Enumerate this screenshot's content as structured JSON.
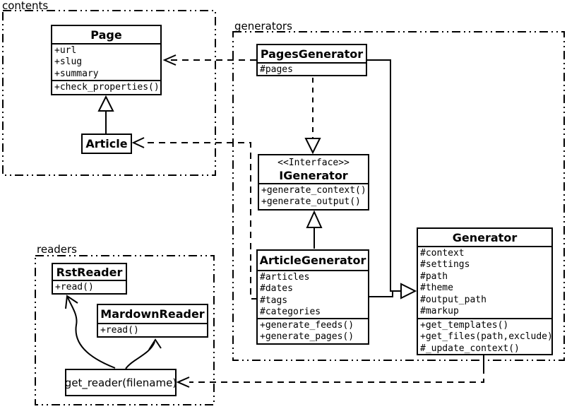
{
  "diagram": {
    "packages": {
      "contents": "contents",
      "generators": "generators",
      "readers": "readers"
    },
    "classes": {
      "page": {
        "name": "Page",
        "attributes": [
          "+url",
          "+slug",
          "+summary"
        ],
        "methods": [
          "+check_properties()"
        ]
      },
      "article": {
        "name": "Article"
      },
      "pages_generator": {
        "name": "PagesGenerator",
        "attributes": [
          "#pages"
        ]
      },
      "igenerator": {
        "stereotype": "<<Interface>>",
        "name": "IGenerator",
        "methods": [
          "+generate_context()",
          "+generate_output()"
        ]
      },
      "article_generator": {
        "name": "ArticleGenerator",
        "attributes": [
          "#articles",
          "#dates",
          "#tags",
          "#categories"
        ],
        "methods": [
          "+generate_feeds()",
          "+generate_pages()"
        ]
      },
      "generator": {
        "name": "Generator",
        "attributes": [
          "#context",
          "#settings",
          "#path",
          "#theme",
          "#output_path",
          "#markup"
        ],
        "methods": [
          "+get_templates()",
          "+get_files(path,exclude)",
          "#_update_context()"
        ]
      },
      "rst_reader": {
        "name": "RstReader",
        "methods": [
          "+read()"
        ]
      },
      "mardown_reader": {
        "name": "MardownReader",
        "methods": [
          "+read()"
        ]
      },
      "get_reader": {
        "name": "get_reader(filename)"
      }
    },
    "relationships": [
      {
        "from": "Article",
        "to": "Page",
        "type": "inheritance"
      },
      {
        "from": "PagesGenerator",
        "to": "Page",
        "type": "dependency"
      },
      {
        "from": "ArticleGenerator",
        "to": "Article",
        "type": "dependency"
      },
      {
        "from": "PagesGenerator",
        "to": "IGenerator",
        "type": "realization"
      },
      {
        "from": "ArticleGenerator",
        "to": "IGenerator",
        "type": "inheritance"
      },
      {
        "from": "PagesGenerator",
        "to": "Generator",
        "type": "inheritance"
      },
      {
        "from": "ArticleGenerator",
        "to": "Generator",
        "type": "inheritance"
      },
      {
        "from": "Generator",
        "to": "get_reader(filename)",
        "type": "dependency"
      },
      {
        "from": "get_reader(filename)",
        "to": "RstReader",
        "type": "association"
      },
      {
        "from": "get_reader(filename)",
        "to": "MardownReader",
        "type": "association"
      }
    ],
    "colors": {
      "line": "#000000",
      "background": "#ffffff"
    }
  }
}
